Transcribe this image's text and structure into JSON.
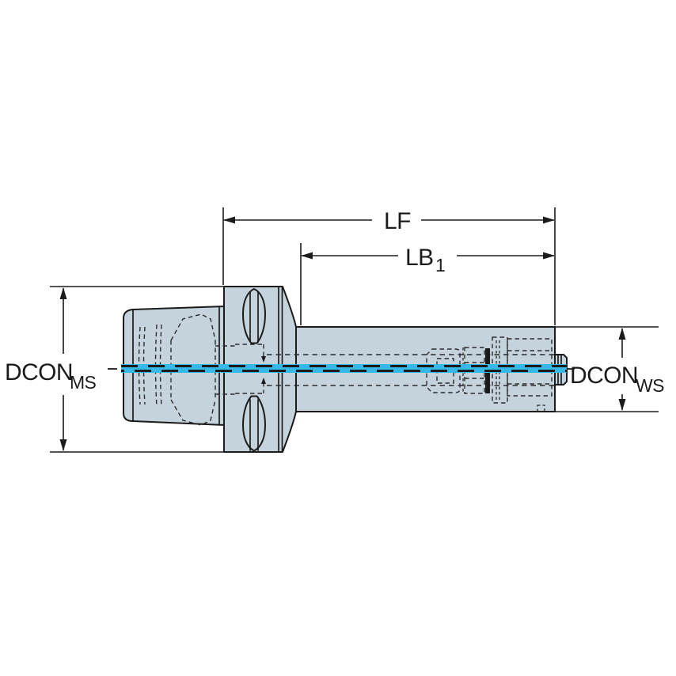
{
  "diagram": {
    "kind": "technical-drawing-tool-adapter",
    "dimensions": {
      "lf": {
        "label": "LF",
        "sub": ""
      },
      "lb1": {
        "label": "LB",
        "sub": "1"
      },
      "dcon_ms": {
        "label": "DCON",
        "sub": "MS"
      },
      "dcon_ws": {
        "label": "DCON",
        "sub": "WS"
      }
    },
    "colors": {
      "background": "#ffffff",
      "body_fill": "#c5d4dc",
      "outline": "#1b1b1b",
      "hidden_line": "#2b2b2b",
      "centerline_cyan": "#35b9e8"
    }
  }
}
